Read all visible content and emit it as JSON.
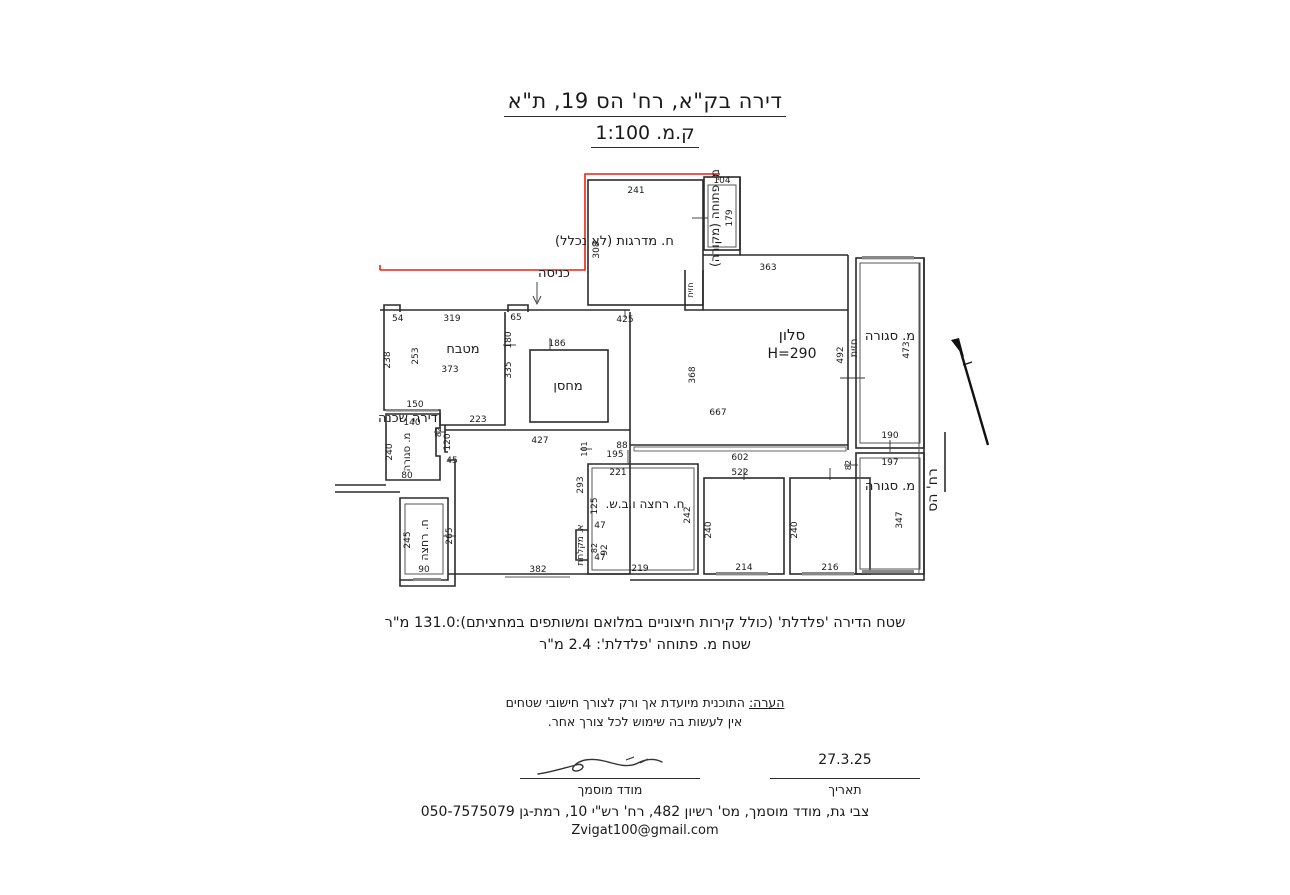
{
  "document": {
    "title_main": "דירה בק\"א, רח' הס 19, ת\"א",
    "title_sub": "ק.מ. 1:100"
  },
  "plan": {
    "annotations": {
      "stairs": "ח. מדרגות (לא נכלל)",
      "entrance": "כניסה",
      "neighbor_apartment": "דירה שכנה",
      "street": "רח' הס",
      "front_facade": "חזית"
    },
    "rooms": [
      {
        "name": "מ. פתוחה (מקורה)",
        "id": "open-covered-area"
      },
      {
        "name": "מטבח",
        "id": "kitchen"
      },
      {
        "name": "מחסן",
        "id": "storage"
      },
      {
        "name": "סלון",
        "id": "living-room",
        "height_note": "H=290"
      },
      {
        "name": "מ. סגורה",
        "id": "closed-area-right-upper"
      },
      {
        "name": "מ. סגורה",
        "id": "closed-area-right-lower"
      },
      {
        "name": "מ. סגורה",
        "id": "closed-area-left"
      },
      {
        "name": "ח. רחצה ו.ב.ש.",
        "id": "bathroom-main"
      },
      {
        "name": "ח. רחצה",
        "id": "bathroom-left"
      },
      {
        "name": "א. מקלחת",
        "id": "shower-niche"
      }
    ],
    "dimensions": {
      "horizontal": [
        241,
        104,
        363,
        54,
        319,
        65,
        425,
        150,
        140,
        186,
        223,
        427,
        195,
        221,
        88,
        602,
        522,
        190,
        197,
        219,
        214,
        216,
        382,
        90,
        80,
        45,
        47,
        47
      ],
      "vertical": [
        308,
        179,
        238,
        253,
        373,
        180,
        335,
        492,
        473,
        368,
        667,
        240,
        120,
        82,
        293,
        101,
        125,
        92,
        242,
        240,
        240,
        82,
        347,
        245,
        265,
        240
      ],
      "living_room_width": 667,
      "living_room_height": 368
    }
  },
  "areas": {
    "apartment_line": "שטח הדירה 'פלדלת' (כולל קירות חיצוניים במלואם ומשותפים במחציתם):131.0 מ\"ר",
    "open_area_line": "שטח מ. פתוחה 'פלדלת': 2.4 מ\"ר"
  },
  "remark": {
    "label": "הערה:",
    "line1": " התוכנית מיועדת אך ורק לצורך חישובי שטחים",
    "line2": "אין לעשות בה שימוש לכל צורך אחר."
  },
  "signature": {
    "surveyor_caption": "מודד מוסמך",
    "date_caption": "תאריך",
    "date_value": "27.3.25"
  },
  "footer": {
    "line1": "צבי גת, מודד מוסמך, מס' רשיון 482, רח' רש\"י 10, רמת-גן 050-7575079",
    "email": "Zvigat100@gmail.com"
  },
  "colors": {
    "wall": "#2b2b2b",
    "highlight_red": "#ee2211",
    "text": "#1a1a1a",
    "background": "#ffffff"
  }
}
